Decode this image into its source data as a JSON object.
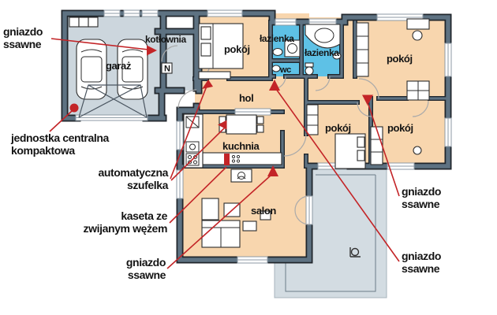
{
  "colors": {
    "room_fill": "#f8d6ae",
    "bath_fill": "#5ec1e6",
    "garage_fill": "#ccd6dd",
    "terrace_fill": "#d3dce2",
    "wall_fill": "#5e7282",
    "wall_edge": "#20262c",
    "annot_red": "#c32427",
    "label_text": "#141414"
  },
  "rooms": {
    "garage": "garaż",
    "boiler_room": "kotłownia",
    "bedroom": "pokój",
    "bathroom": "łazienka",
    "wc": "wc",
    "hall": "hol",
    "kitchen": "kuchnia",
    "living_room": "salon"
  },
  "icons": {
    "boiler_unit": "N",
    "car_icon": "top-view car",
    "bathtub_icon": "corner bathtub",
    "lamp_icon": "terrace lamp"
  },
  "annotations": {
    "suction_socket_top_left": {
      "text": [
        "gniazdo",
        "ssawne"
      ]
    },
    "central_unit": {
      "text": [
        "jednostka centralna",
        "kompaktowa"
      ]
    },
    "automatic_dustpan": {
      "text": [
        "automatyczna",
        "szufelka"
      ]
    },
    "hose_cassette": {
      "text": [
        "kaseta ze",
        "zwijanym wężem"
      ]
    },
    "suction_socket_bottom_left": {
      "text": [
        "gniazdo",
        "ssawne"
      ]
    },
    "suction_socket_right_1": {
      "text": [
        "gniazdo",
        "ssawne"
      ]
    },
    "suction_socket_right_2": {
      "text": [
        "gniazdo",
        "ssawne"
      ]
    }
  }
}
